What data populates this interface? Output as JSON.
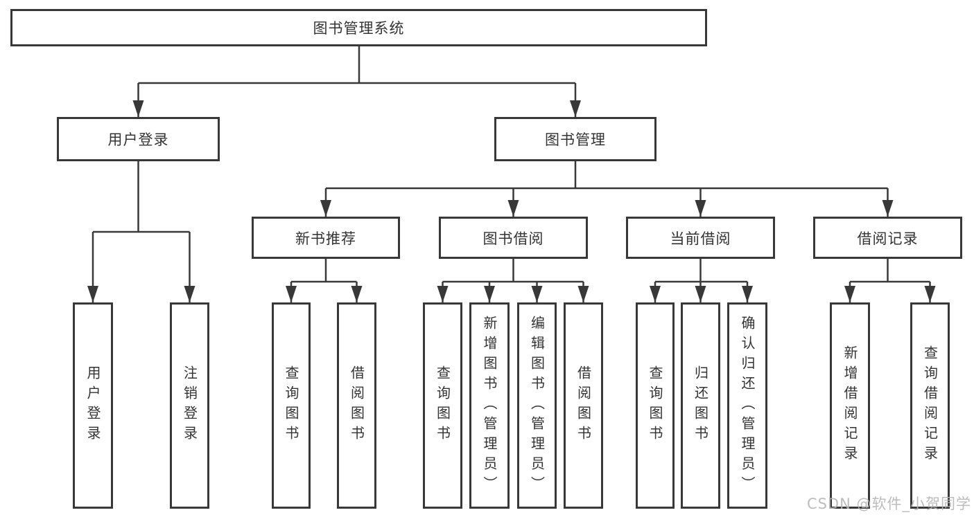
{
  "title": "图书管理系统",
  "tree": {
    "user_login": {
      "label": "用户登录",
      "children": {
        "login": "用户登录",
        "logout": "注销登录"
      }
    },
    "book_management": {
      "label": "图书管理",
      "children": {
        "new_book_recommend": {
          "label": "新书推荐",
          "children": {
            "query": "查询图书",
            "borrow": "借阅图书"
          }
        },
        "book_borrowing": {
          "label": "图书借阅",
          "children": {
            "query": "查询图书",
            "add": "新增图书（管理员）",
            "edit": "编辑图书（管理员）",
            "borrow": "借阅图书"
          }
        },
        "current_borrowing": {
          "label": "当前借阅",
          "children": {
            "query": "查询图书",
            "return": "归还图书",
            "confirm_return": "确认归还（管理员）"
          }
        },
        "borrowing_records": {
          "label": "借阅记录",
          "children": {
            "add_record": "新增借阅记录",
            "query_record": "查询借阅记录"
          }
        }
      }
    }
  },
  "watermark": "CSDN @软件_小贺同学",
  "colors": {
    "line": "#383838",
    "text": "#333333",
    "watermark": "#b5b5b5"
  }
}
